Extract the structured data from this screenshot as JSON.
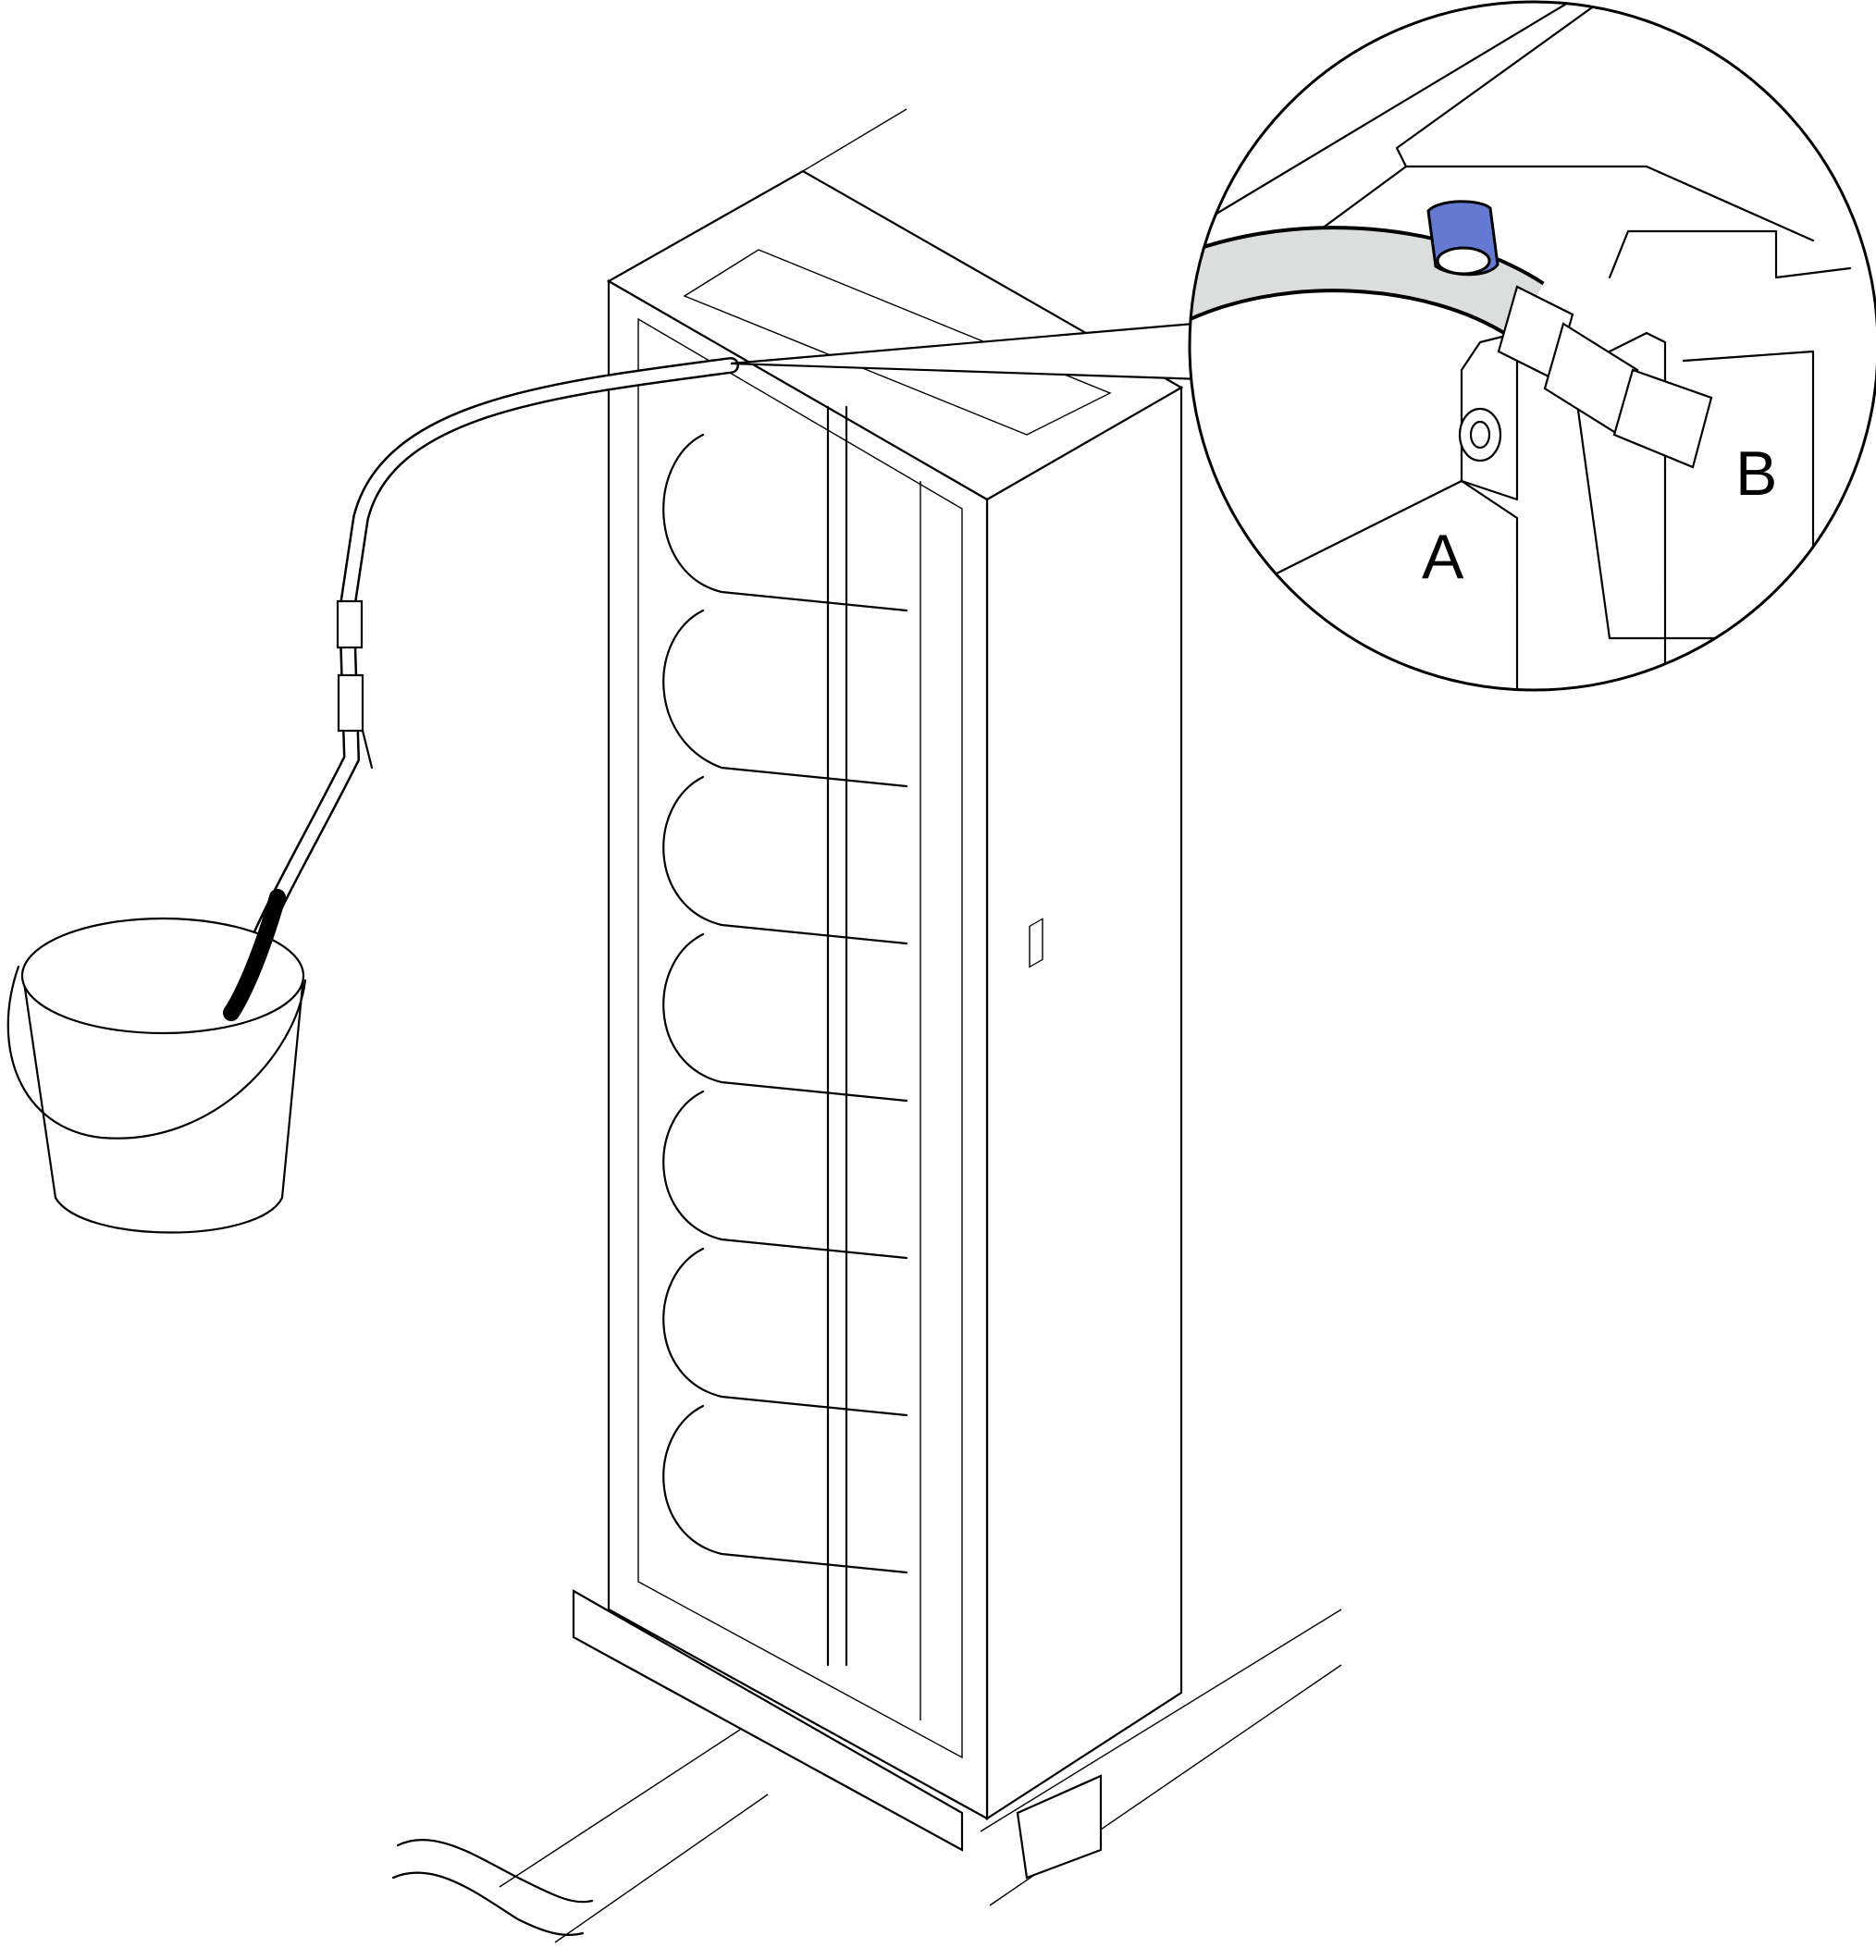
{
  "callout": {
    "label_a": "A",
    "label_b": "B"
  },
  "colors": {
    "valve_cap": "#6479d2",
    "hose_fill": "#dcdedd",
    "line": "#000000"
  },
  "icons": [
    "coolant-rack",
    "drain-hose",
    "bucket",
    "ball-valve",
    "quick-connect-fitting"
  ]
}
